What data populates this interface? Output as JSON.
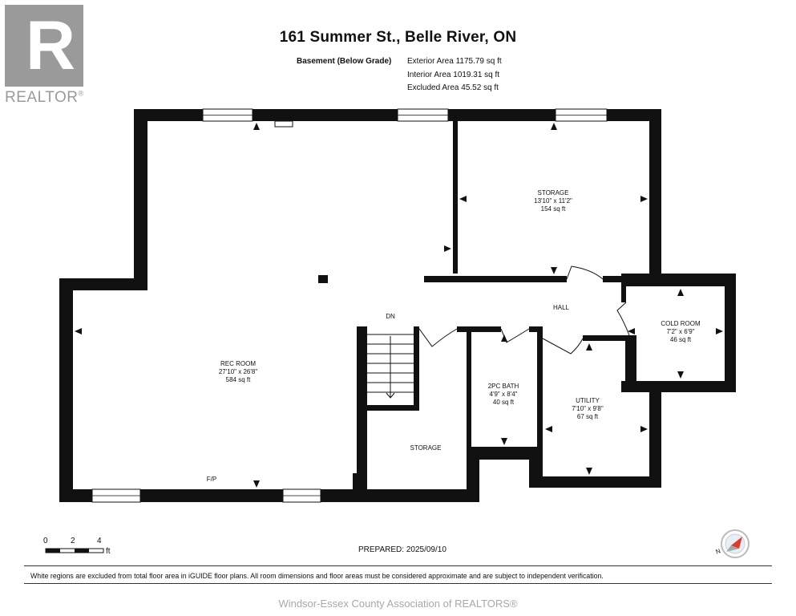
{
  "header": {
    "title": "161 Summer St., Belle River, ON",
    "area_label": "Basement (Below Grade)",
    "exterior_area": "Exterior Area 1175.79 sq ft",
    "interior_area": "Interior Area 1019.31 sq ft",
    "excluded_area": "Excluded Area 45.52 sq ft"
  },
  "logo": {
    "letter": "R",
    "text": "REALTOR",
    "reg": "®"
  },
  "rooms": {
    "storage_top": {
      "name": "STORAGE",
      "dims": "13'10\" x 11'2\"",
      "area": "154 sq ft"
    },
    "rec_room": {
      "name": "REC ROOM",
      "dims": "27'10\" x 26'8\"",
      "area": "584 sq ft"
    },
    "cold_room": {
      "name": "COLD ROOM",
      "dims": "7'2\" x 6'9\"",
      "area": "46 sq ft"
    },
    "bath": {
      "name": "2PC BATH",
      "dims": "4'9\" x 8'4\"",
      "area": "40 sq ft"
    },
    "utility": {
      "name": "UTILITY",
      "dims": "7'10\" x 9'8\"",
      "area": "67 sq ft"
    },
    "hall": {
      "name": "HALL"
    },
    "storage_bottom": {
      "name": "STORAGE"
    },
    "stairs": {
      "name": "DN"
    },
    "fireplace": {
      "name": "F/P"
    }
  },
  "scale": {
    "t0": "0",
    "t2": "2",
    "t4": "4",
    "unit": "ft"
  },
  "compass": {
    "label": "N"
  },
  "prepared": "PREPARED: 2025/09/10",
  "disclaimer": "White regions are excluded from total floor area in iGUIDE floor plans. All room dimensions and floor areas must be considered approximate and are subject to independent verification.",
  "footer": "Windsor-Essex County Association of REALTORS®",
  "colors": {
    "wall": "#111111",
    "logo": "#9a9a9a",
    "compass": "#e03a2f"
  }
}
